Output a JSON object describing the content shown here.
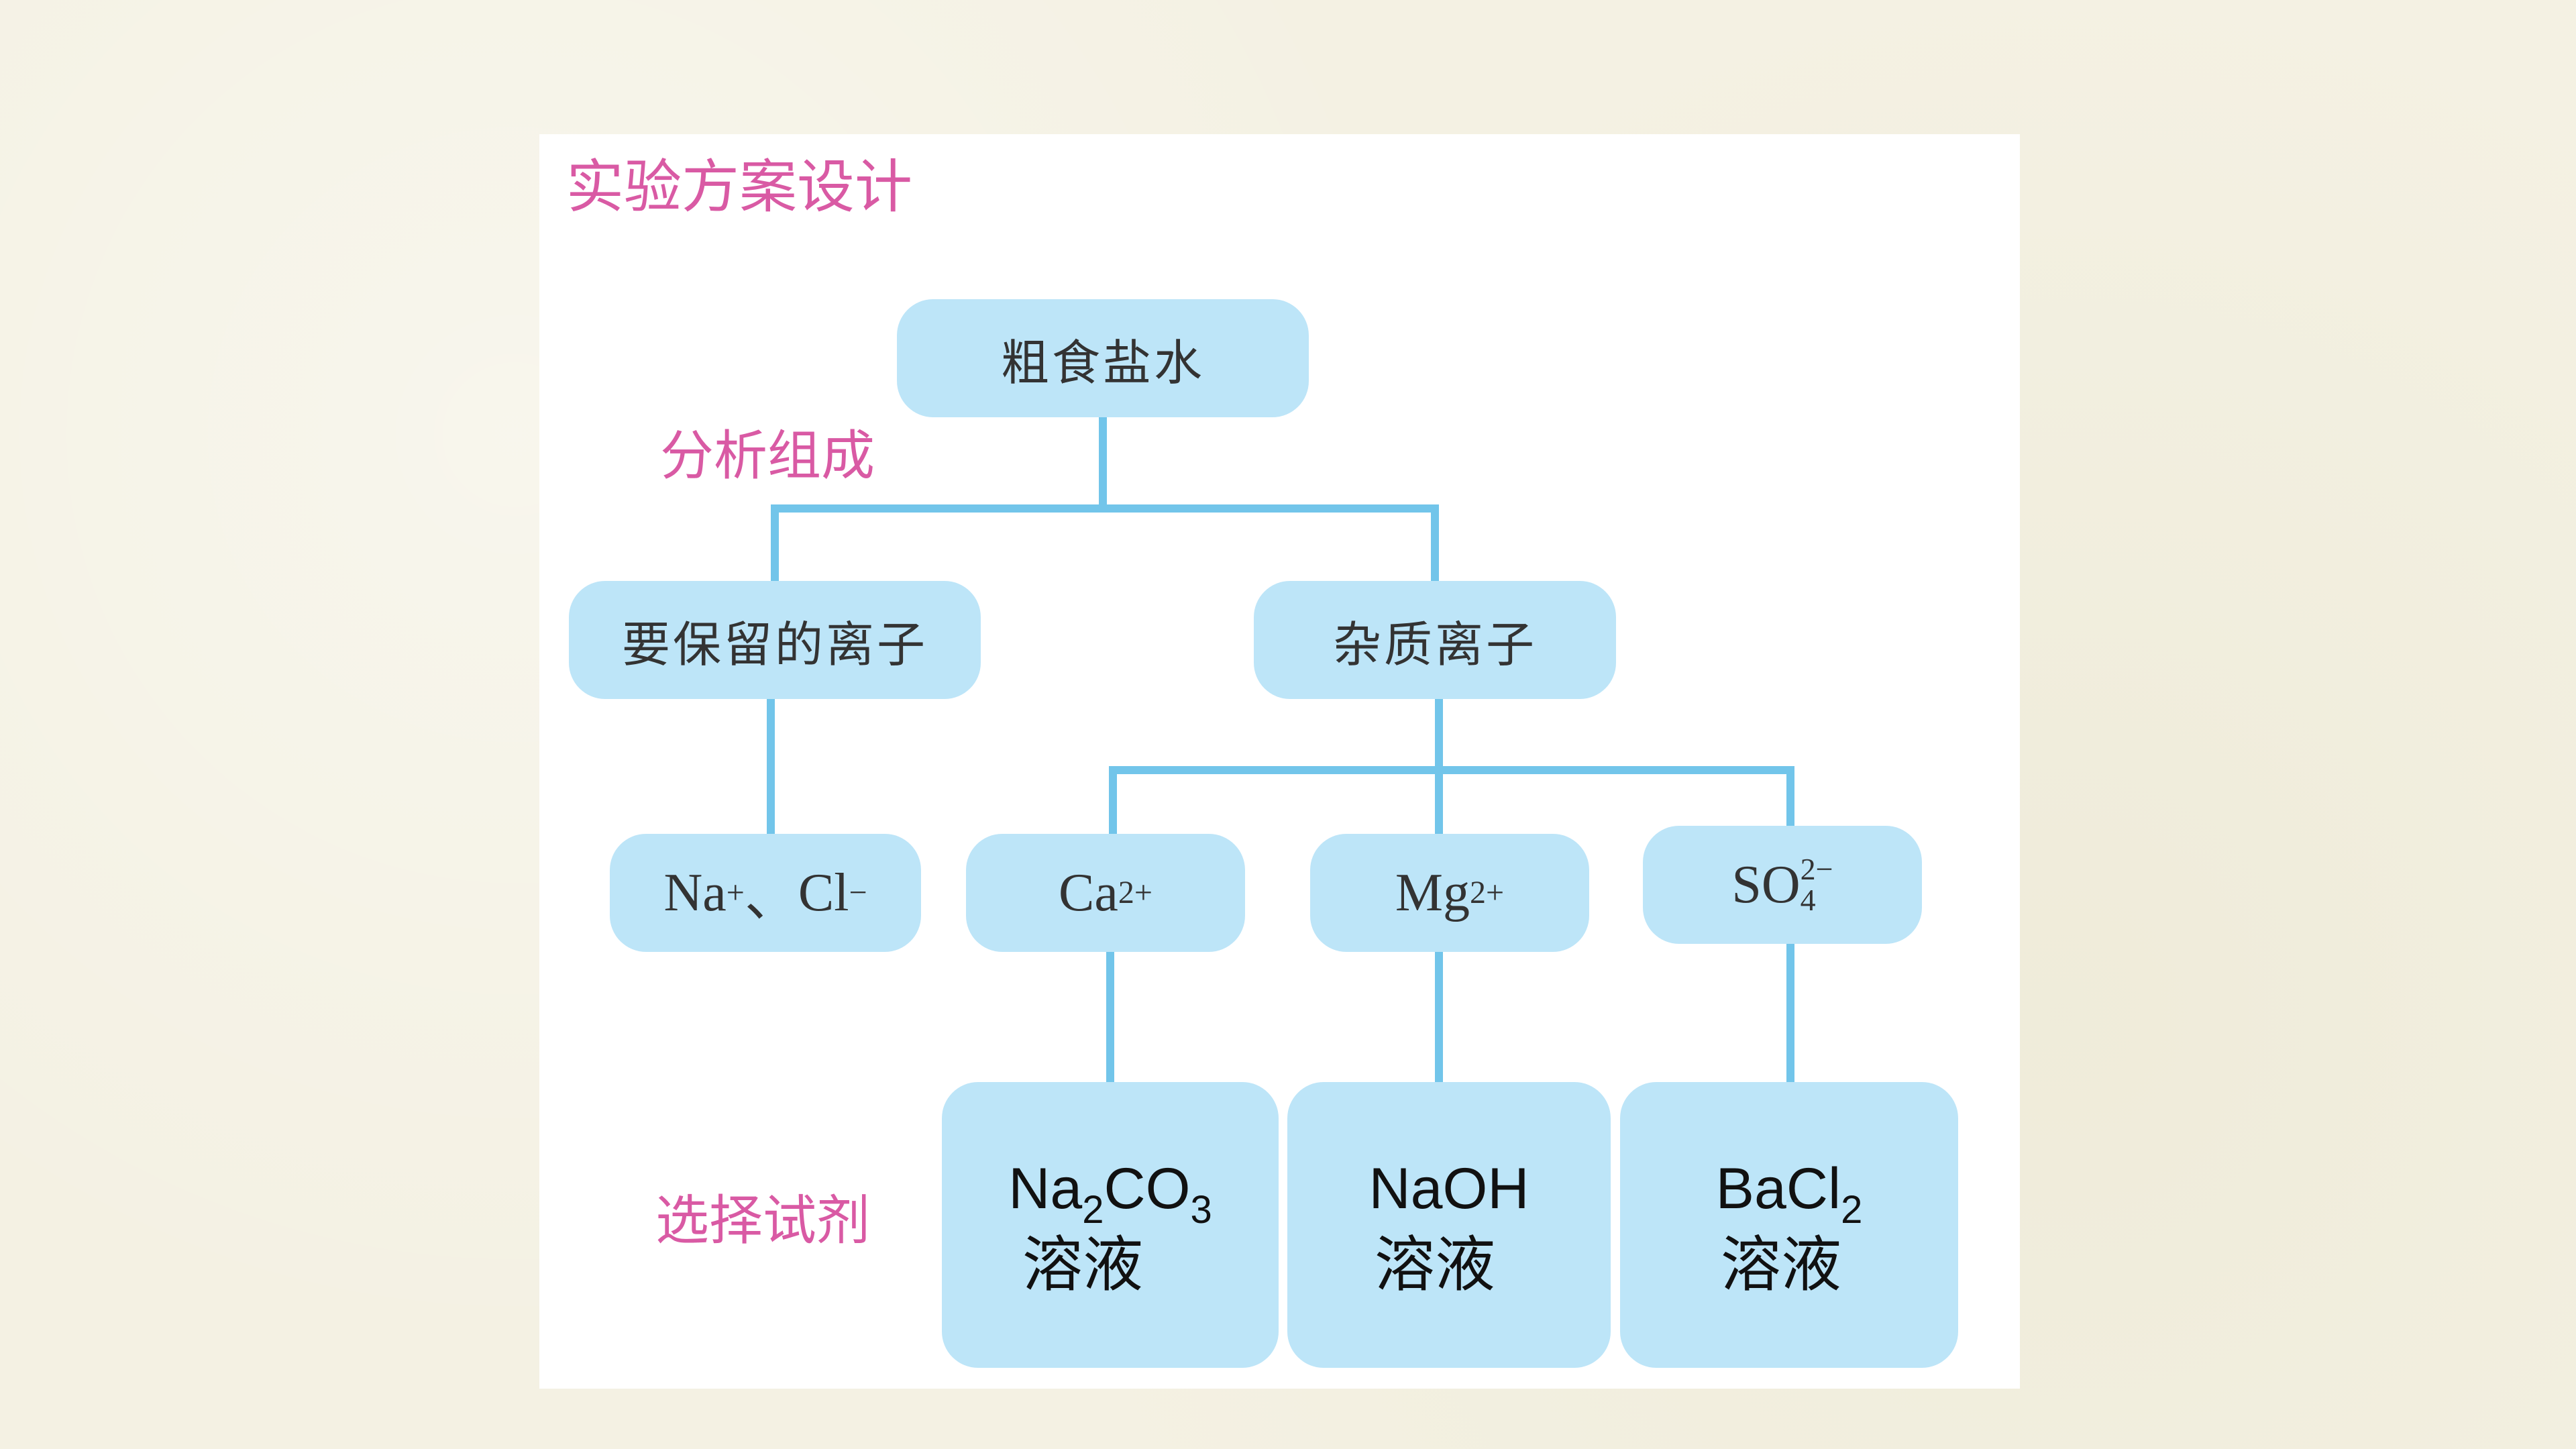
{
  "panel": {
    "title": "实验方案设计",
    "analyze_label": "分析组成",
    "select_label": "选择试剂"
  },
  "nodes": {
    "root": "粗食盐水",
    "keep": "要保留的离子",
    "impurity": "杂质离子"
  },
  "ions": {
    "keep": {
      "na": "Na",
      "na_charge": "+",
      "separator": "、",
      "cl": "Cl",
      "cl_charge": "−"
    },
    "calcium": {
      "symbol": "Ca",
      "charge": "2+"
    },
    "magnesium": {
      "symbol": "Mg",
      "charge": "2+"
    },
    "sulfate": {
      "symbol": "SO",
      "charge": "2−",
      "subscript": "4"
    }
  },
  "reagents": [
    {
      "formula_parts": [
        "Na",
        "2",
        "CO",
        "3"
      ],
      "name": "溶液"
    },
    {
      "formula": "NaOH",
      "name": "溶液"
    },
    {
      "formula_parts": [
        "BaCl",
        "2"
      ],
      "name": "溶液"
    }
  ],
  "colors": {
    "background": "#f4f1e3",
    "panel": "#ffffff",
    "node_fill": "#bde5f8",
    "connector": "#72c5ea",
    "label_pink": "#d95aa4"
  }
}
